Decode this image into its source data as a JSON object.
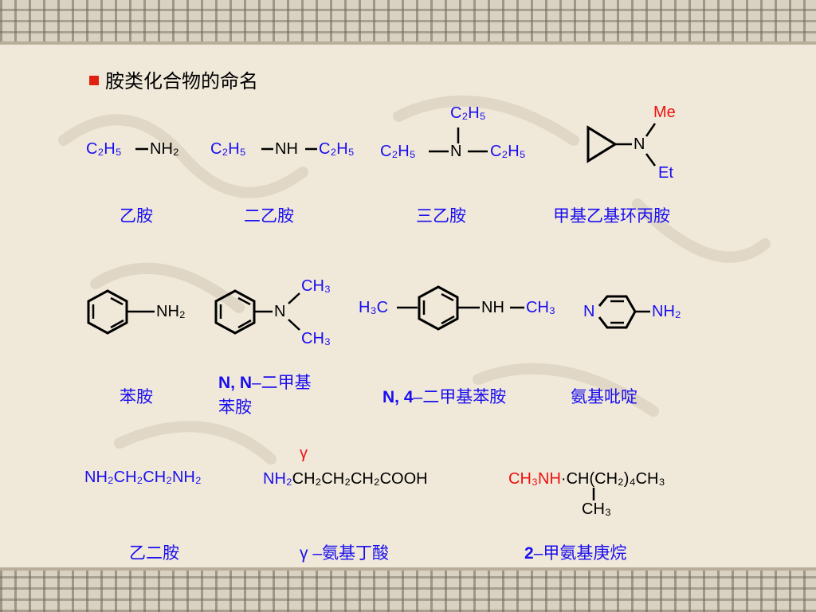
{
  "title": "胺类化合物的命名",
  "colors": {
    "label": "#1a0ef0",
    "accent": "#ee1111",
    "bullet": "#e02010"
  },
  "row1": {
    "ethylamine": {
      "c2h5": "C₂H₅",
      "nh2": "NH₂",
      "name": "乙胺"
    },
    "diethylamine": {
      "left": "C₂H₅",
      "nh": "NH",
      "right": "C₂H₅",
      "name": "二乙胺"
    },
    "triethylamine": {
      "top": "C₂H₅",
      "left": "C₂H₅",
      "n": "N",
      "right": "C₂H₅",
      "name": "三乙胺"
    },
    "methylethylcyclopropylamine": {
      "me": "Me",
      "n": "N",
      "et": "Et",
      "name": "甲基乙基环丙胺"
    }
  },
  "row2": {
    "aniline": {
      "nh2": "NH₂",
      "name": "苯胺"
    },
    "dimethylaniline": {
      "n": "N",
      "ch3_top": "CH₃",
      "ch3_bottom": "CH₃",
      "name_bold": "N, N",
      "name_rest": "–二甲基",
      "name_line2": "苯胺"
    },
    "n4dimethylaniline": {
      "h3c": "H₃C",
      "nh": "NH",
      "ch3": "CH₃",
      "name_bold": "N, 4",
      "name_rest": "–二甲基苯胺"
    },
    "aminopyridine": {
      "n": "N",
      "nh2": "NH₂",
      "name": "氨基吡啶"
    }
  },
  "row3": {
    "ethylenediamine": {
      "formula": "NH₂CH₂CH₂NH₂",
      "name": "乙二胺"
    },
    "gaba": {
      "gamma": "γ",
      "formula_nh2": "NH₂",
      "formula_rest": "CH₂CH₂CH₂COOH",
      "name_gamma": "γ",
      "name_rest": " –氨基丁酸"
    },
    "methylaminoheptane": {
      "ch3nh": "CH₃NH",
      "dot": "·",
      "main": "CH(CH₂)₄CH₃",
      "branch": "CH₃",
      "name_bold": "2",
      "name_rest": "–甲氨基庚烷"
    }
  }
}
